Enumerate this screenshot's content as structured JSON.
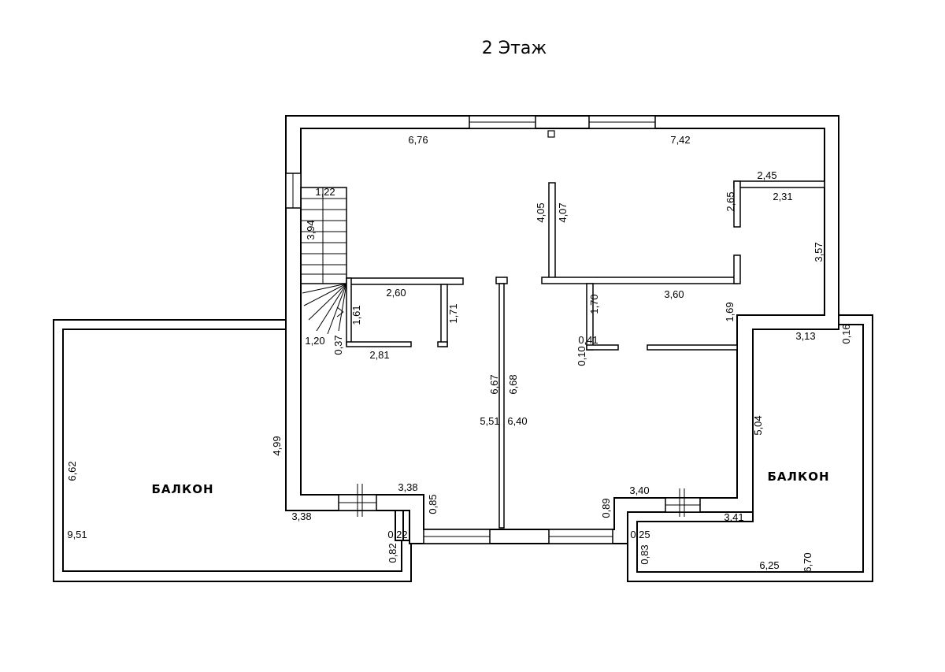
{
  "title": "2 Этаж",
  "rooms": {
    "balcony_left": "БАЛКОН",
    "balcony_right": "БАЛКОН"
  },
  "dims": {
    "top_left": "6,76",
    "top_right": "7,42",
    "stair_w": "1,22",
    "stair_h": "3,94",
    "wall_405": "4,05",
    "wall_407": "4,07",
    "wc_245": "2,45",
    "wc_265": "2,65",
    "wc_231": "2,31",
    "wc_357": "3,57",
    "room_260": "2,60",
    "room_161": "1,61",
    "room_171": "1,71",
    "room_120": "1,20",
    "room_037": "0,37",
    "room_281": "2,81",
    "hall_170": "1,70",
    "hall_360": "3,60",
    "hall_169": "1,69",
    "hall_041": "0,41",
    "hall_010": "0,10",
    "right_313": "3,13",
    "right_016": "0,16",
    "center_667": "6,67",
    "center_668": "6,68",
    "center_551": "5,51",
    "center_640": "6,40",
    "left_499": "4,99",
    "right_504": "5,04",
    "bl_662": "6,62",
    "bl_951": "9,51",
    "bl_338a": "3,38",
    "bl_338b": "3,38",
    "bl_085": "0,85",
    "bl_022": "0,22",
    "bl_082": "0,82",
    "br_089": "0,89",
    "br_340": "3,40",
    "br_341": "3,41",
    "br_025": "0,25",
    "br_083": "0,83",
    "br_625": "6,25",
    "br_670": "6,70"
  }
}
